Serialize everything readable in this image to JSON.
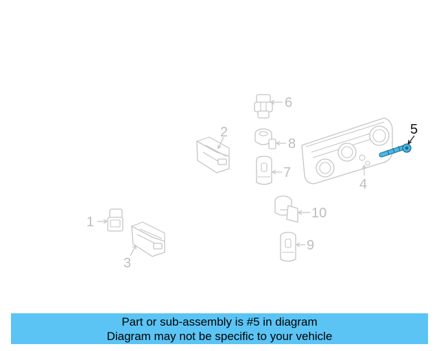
{
  "colors": {
    "banner_bg": "#5bc4f5",
    "highlight_part": "#4ab8e8",
    "highlight_text": "#111111",
    "dim_text": "#bdbdbd"
  },
  "callouts": {
    "c1": "1",
    "c2": "2",
    "c3": "3",
    "c4": "4",
    "c5": "5",
    "c6": "6",
    "c7": "7",
    "c8": "8",
    "c9": "9",
    "c10": "10"
  },
  "banner": {
    "line1": "Part or sub-assembly is #5 in diagram",
    "line2": "Diagram may not be specific to your vehicle"
  }
}
